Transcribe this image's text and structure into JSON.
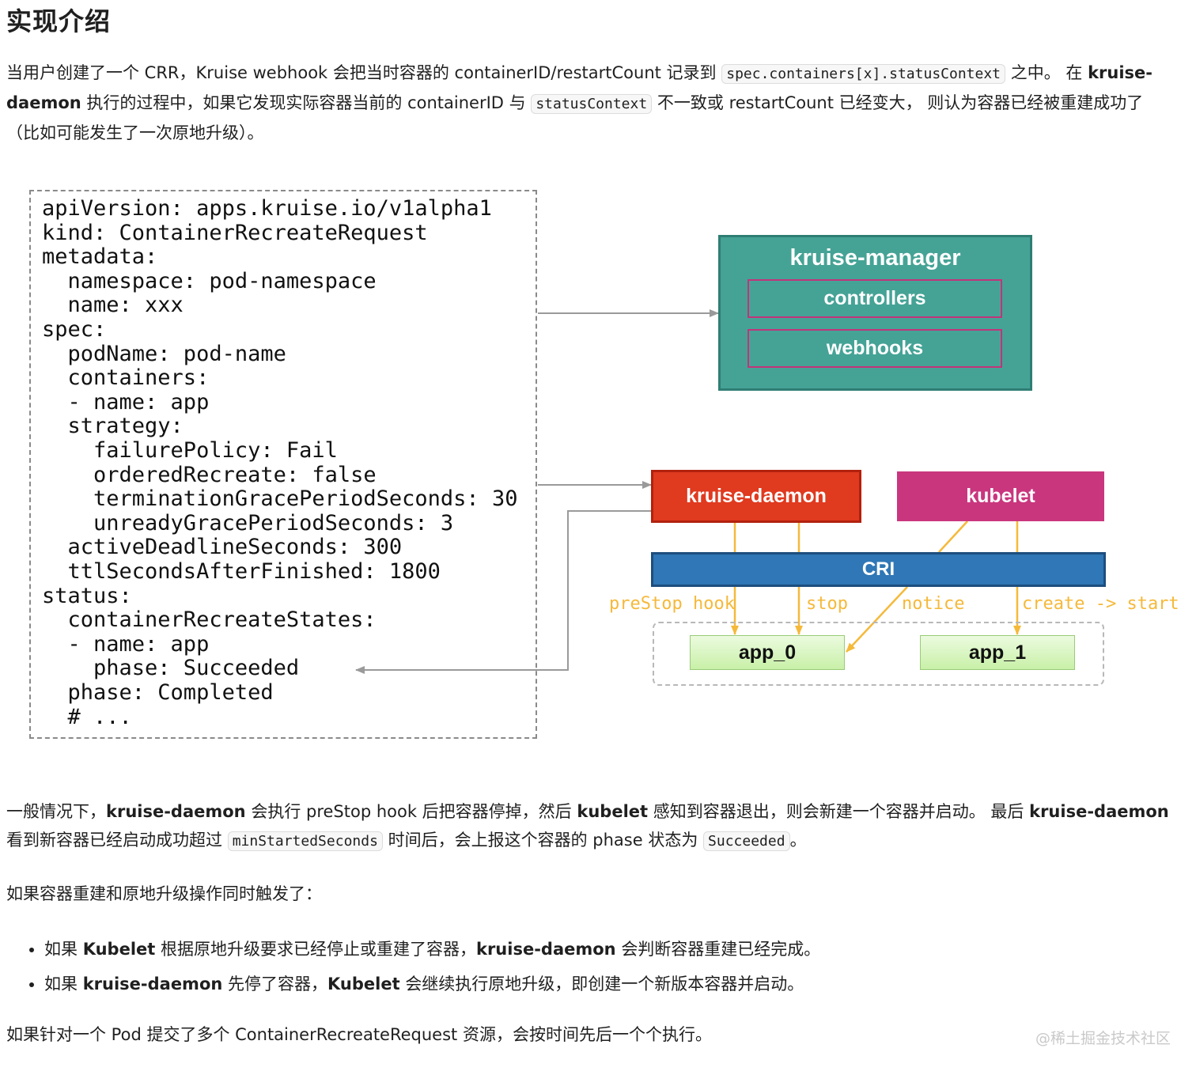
{
  "heading": "实现介绍",
  "intro": {
    "t1": "当用户创建了一个 CRR，Kruise webhook 会把当时容器的 containerID/restartCount 记录到",
    "code1": "spec.containers[x].statusContext",
    "t2": "之中。 在",
    "b1": "kruise-daemon",
    "t3": "执行的过程中，如果它发现实际容器当前的 containerID 与",
    "code2": "statusContext",
    "t4": "不一致或 restartCount 已经变大， 则认为容器已经被重建成功了（比如可能发生了一次原地升级）。"
  },
  "diagram": {
    "yaml": [
      "apiVersion: apps.kruise.io/v1alpha1",
      "kind: ContainerRecreateRequest",
      "metadata:",
      "  namespace: pod-namespace",
      "  name: xxx",
      "spec:",
      "  podName: pod-name",
      "  containers:",
      "  - name: app",
      "  strategy:",
      "    failurePolicy: Fail",
      "    orderedRecreate: false",
      "    terminationGracePeriodSeconds: 30",
      "    unreadyGracePeriodSeconds: 3",
      "  activeDeadlineSeconds: 300",
      "  ttlSecondsAfterFinished: 1800",
      "status:",
      "  containerRecreateStates:",
      "  - name: app",
      "    phase: Succeeded",
      "  phase: Completed",
      "  # ..."
    ],
    "manager": "kruise-manager",
    "controllers": "controllers",
    "webhooks": "webhooks",
    "daemon": "kruise-daemon",
    "kubelet": "kubelet",
    "cri": "CRI",
    "label_prestop": "preStop hook",
    "label_stop": "stop",
    "label_notice": "notice",
    "label_create": "create -> start",
    "app0": "app_0",
    "app1": "app_1",
    "colors": {
      "manager": "#45a396",
      "daemon": "#e03a1f",
      "kubelet": "#c9367e",
      "cri": "#2f77b6",
      "arrow_yellow": "#f5b93a",
      "arrow_gray": "#9a9a9a"
    }
  },
  "para2": {
    "t1": "一般情况下，",
    "b1": "kruise-daemon",
    "t2": "会执行 preStop hook 后把容器停掉，然后",
    "b2": "kubelet",
    "t3": "感知到容器退出，则会新建一个容器并启动。 最后",
    "b3": "kruise-daemon",
    "t4": "看到新容器已经启动成功超过",
    "code1": "minStartedSeconds",
    "t5": "时间后，会上报这个容器的 phase 状态为",
    "code2": "Succeeded",
    "t6": "。"
  },
  "para3": "如果容器重建和原地升级操作同时触发了：",
  "bullets": [
    {
      "t1": "如果",
      "b1": "Kubelet",
      "t2": "根据原地升级要求已经停止或重建了容器，",
      "b2": "kruise-daemon",
      "t3": "会判断容器重建已经完成。"
    },
    {
      "t1": "如果",
      "b1": "kruise-daemon",
      "t2": "先停了容器，",
      "b2": "Kubelet",
      "t3": "会继续执行原地升级，即创建一个新版本容器并启动。"
    }
  ],
  "para4": "如果针对一个 Pod 提交了多个 ContainerRecreateRequest 资源，会按时间先后一个个执行。",
  "watermark": "@稀土掘金技术社区"
}
